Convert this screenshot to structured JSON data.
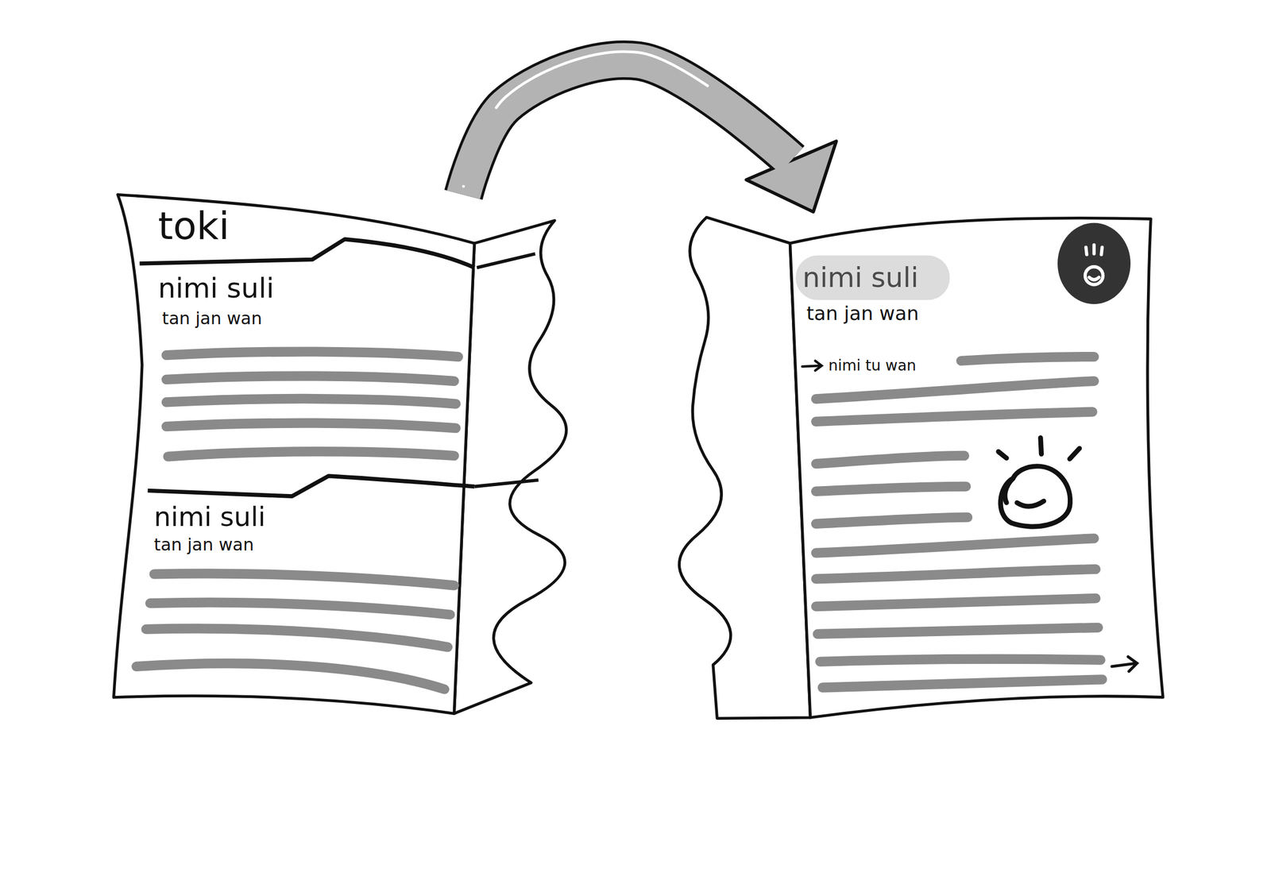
{
  "diagram": {
    "nodes": [
      {
        "text": [
          "toki"
        ]
      },
      {
        "text": [
          "nimi suli",
          "tan jan wan"
        ],
        "in": 0
      },
      {
        "text": [
          "nimi suli",
          "tan jan wan"
        ],
        "in": 0
      },
      {
        "text": [
          "nimi suli",
          "tan jan wan",
          "nimi tu wan"
        ]
      }
    ],
    "edges": [
      {
        "from": 0,
        "to": 3,
        "arrow": "to"
      }
    ]
  }
}
